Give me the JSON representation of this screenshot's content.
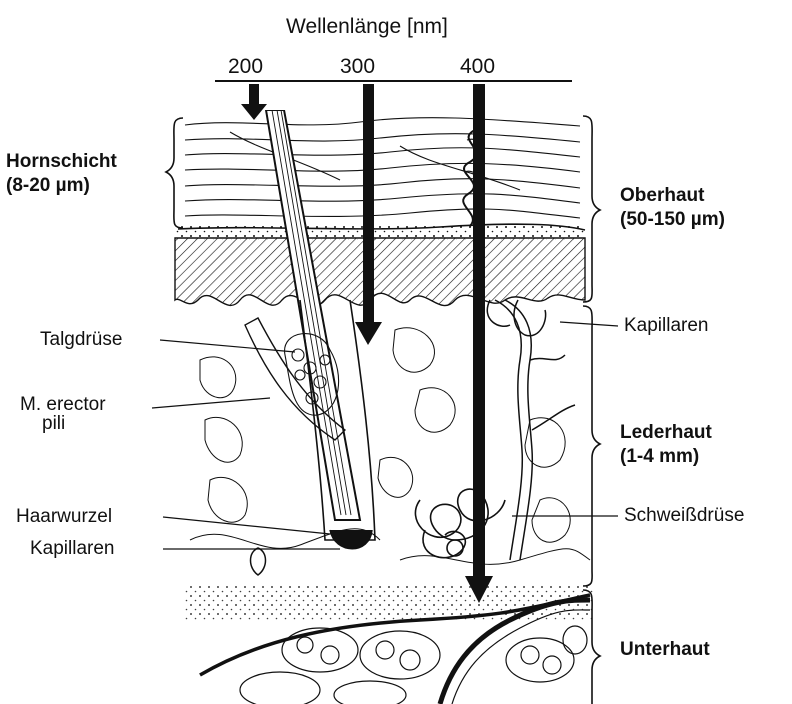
{
  "axis": {
    "title": "Wellenlänge [nm]",
    "ticks": [
      "200",
      "300",
      "400"
    ]
  },
  "layers_left": {
    "hornschicht_name": "Hornschicht",
    "hornschicht_size": "(8-20 µm)"
  },
  "layers_right": {
    "oberhaut_name": "Oberhaut",
    "oberhaut_size": "(50-150 µm)",
    "lederhaut_name": "Lederhaut",
    "lederhaut_size": "(1-4 mm)",
    "unterhaut_name": "Unterhaut"
  },
  "labels_left": {
    "talgdruese": "Talgdrüse",
    "erector_line1": "M. erector",
    "erector_line2": "pili",
    "haarwurzel": "Haarwurzel",
    "kapillaren": "Kapillaren"
  },
  "labels_right": {
    "kapillaren": "Kapillaren",
    "schweissdruese": "Schweißdrüse"
  },
  "colors": {
    "ink": "#111111",
    "paper": "#ffffff"
  }
}
